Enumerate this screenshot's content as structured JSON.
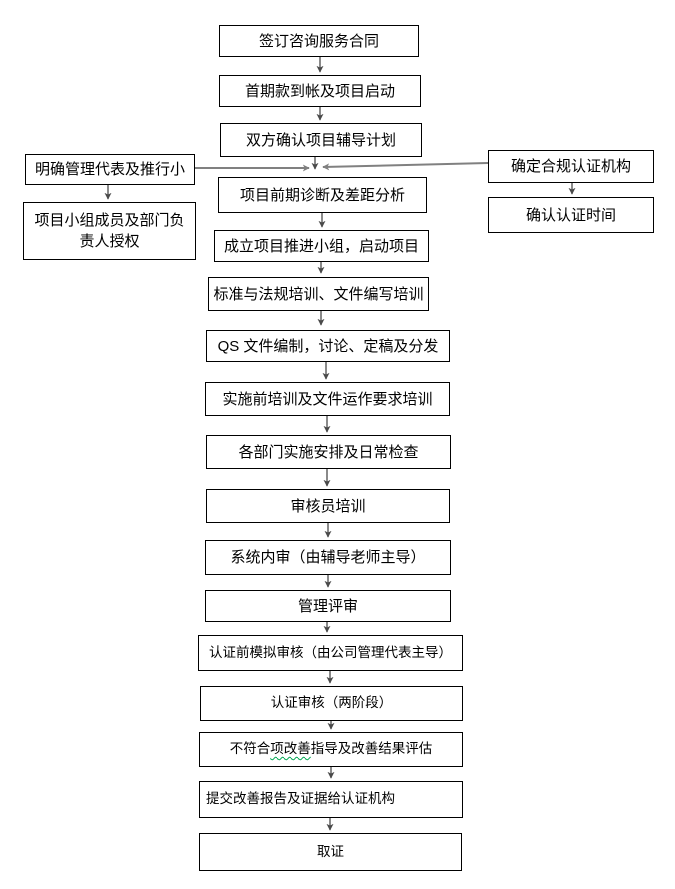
{
  "colors": {
    "background": "#ffffff",
    "box_border": "#000000",
    "box_fill": "#ffffff",
    "connector_gray": "#808080",
    "arrow_dark": "#4a4a4a",
    "grammar_underline_green": "#00a650",
    "text": "#000000"
  },
  "flow": {
    "main_nodes": [
      {
        "label": "签订咨询服务合同"
      },
      {
        "label": "首期款到帐及项目启动"
      },
      {
        "label": "双方确认项目辅导计划"
      },
      {
        "label": "项目前期诊断及差距分析"
      },
      {
        "label": "成立项目推进小组，启动项目"
      },
      {
        "label": "标准与法规培训、文件编写培训"
      },
      {
        "label": "QS 文件编制，讨论、定稿及分发"
      },
      {
        "label": "实施前培训及文件运作要求培训"
      },
      {
        "label": "各部门实施安排及日常检查"
      },
      {
        "label": "审核员培训"
      },
      {
        "label": "系统内审（由辅导老师主导）"
      },
      {
        "label": "管理评审"
      },
      {
        "label": "认证前模拟审核（由公司管理代表主导）"
      },
      {
        "label": "认证审核（两阶段）"
      },
      {
        "label_start": "不符合",
        "label_underlined": "项改善",
        "label_end": "指导及改善结果评估"
      },
      {
        "label": "提交改善报告及证据给认证机构"
      },
      {
        "label": "取证"
      }
    ],
    "left_branch_nodes": [
      {
        "label": "明确管理代表及推行小"
      },
      {
        "label": "项目小组成员及部门负责人授权"
      }
    ],
    "right_branch_nodes": [
      {
        "label": "确定合规认证机构"
      },
      {
        "label": "确认认证时间"
      }
    ]
  }
}
